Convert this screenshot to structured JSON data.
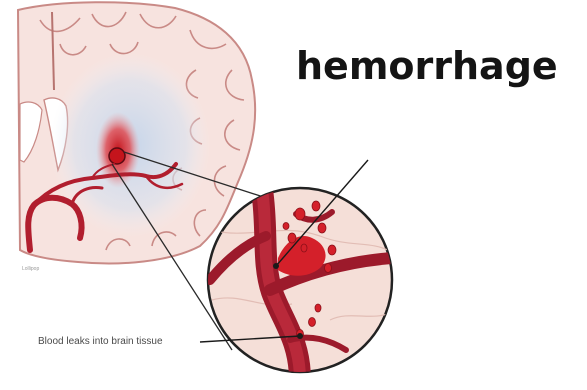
{
  "diagram": {
    "title": "hemorrhage",
    "caption": "Blood leaks into brain tissue",
    "credit": "Lollipop"
  },
  "colors": {
    "background": "#ffffff",
    "brain_tissue": "#f7e3df",
    "brain_outline": "#c98a86",
    "gyri_shadow": "#e6c3bf",
    "white_matter_glow": "#cfdcec",
    "vessel": "#b11e2e",
    "vessel_dark": "#7e1422",
    "blood": "#d4202a",
    "leader_line": "#2a2a2a",
    "title_text": "#141414"
  }
}
